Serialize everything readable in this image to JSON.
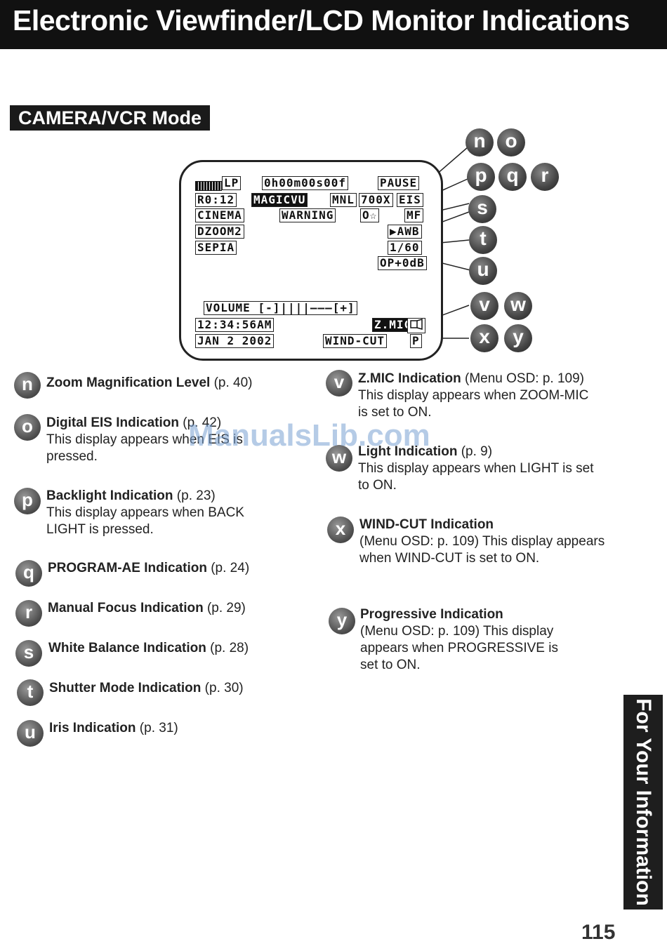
{
  "header": {
    "title": "Electronic Viewfinder/LCD Monitor Indications"
  },
  "mode": "CAMERA/VCR Mode",
  "screen": {
    "lp": "LP",
    "timecode": "0h00m00s00f",
    "pause": "PAUSE",
    "r012": "R0:12",
    "magic": "MAGICVU",
    "mnl": "MNL",
    "zoom700x": "700X",
    "eis": "EIS",
    "cinema": "CINEMA",
    "warning": "WARNING",
    "program_ae": "O☆",
    "mf": "MF",
    "dzoom": "DZOOM2",
    "awb": "▶AWB",
    "sepia": "SEPIA",
    "shutter": "1/60",
    "iris": "OP+0dB",
    "volume": "VOLUME [-]||||———[+]",
    "time": "12:34:56AM",
    "zmic": "Z.MIC",
    "date": "JAN  2 2002",
    "windcut": "WIND-CUT",
    "progressive": "P"
  },
  "callouts": [
    "n",
    "o",
    "p",
    "q",
    "r",
    "s",
    "t",
    "u",
    "v",
    "w",
    "x",
    "y"
  ],
  "left_items": [
    {
      "letter": "n",
      "title": "Zoom Magnification Level",
      "ref": " (p. 40)",
      "desc": ""
    },
    {
      "letter": "o",
      "title": "Digital EIS Indication",
      "ref": " (p. 42)",
      "desc": "This display appears when EIS is pressed."
    },
    {
      "letter": "p",
      "title": "Backlight Indication",
      "ref": " (p. 23)",
      "desc": "This display appears when BACK LIGHT is pressed."
    },
    {
      "letter": "q",
      "title": "PROGRAM-AE Indication",
      "ref": " (p. 24)",
      "desc": ""
    },
    {
      "letter": "r",
      "title": "Manual Focus Indication",
      "ref": " (p. 29)",
      "desc": ""
    },
    {
      "letter": "s",
      "title": "White Balance Indication",
      "ref": " (p. 28)",
      "desc": ""
    },
    {
      "letter": "t",
      "title": "Shutter Mode Indication",
      "ref": " (p. 30)",
      "desc": ""
    },
    {
      "letter": "u",
      "title": "Iris Indication",
      "ref": " (p. 31)",
      "desc": ""
    }
  ],
  "right_items": [
    {
      "letter": "v",
      "title": "Z.MIC Indication",
      "ref": " (Menu OSD: p. 109)",
      "desc": "This display appears when ZOOM-MIC is set to ON."
    },
    {
      "letter": "w",
      "title": "Light Indication",
      "ref": " (p. 9)",
      "desc": "This display appears when LIGHT is set to ON."
    },
    {
      "letter": "x",
      "title": "WIND-CUT Indication",
      "ref": "",
      "desc": "(Menu OSD: p. 109) This display appears when WIND-CUT is set to ON."
    },
    {
      "letter": "y",
      "title": "Progressive Indication",
      "ref": "",
      "desc": "(Menu OSD: p. 109) This display appears when PROGRESSIVE is set to ON."
    }
  ],
  "side_tab": "For Your Information",
  "page_number": "115",
  "watermark": "ManualsLib.com"
}
